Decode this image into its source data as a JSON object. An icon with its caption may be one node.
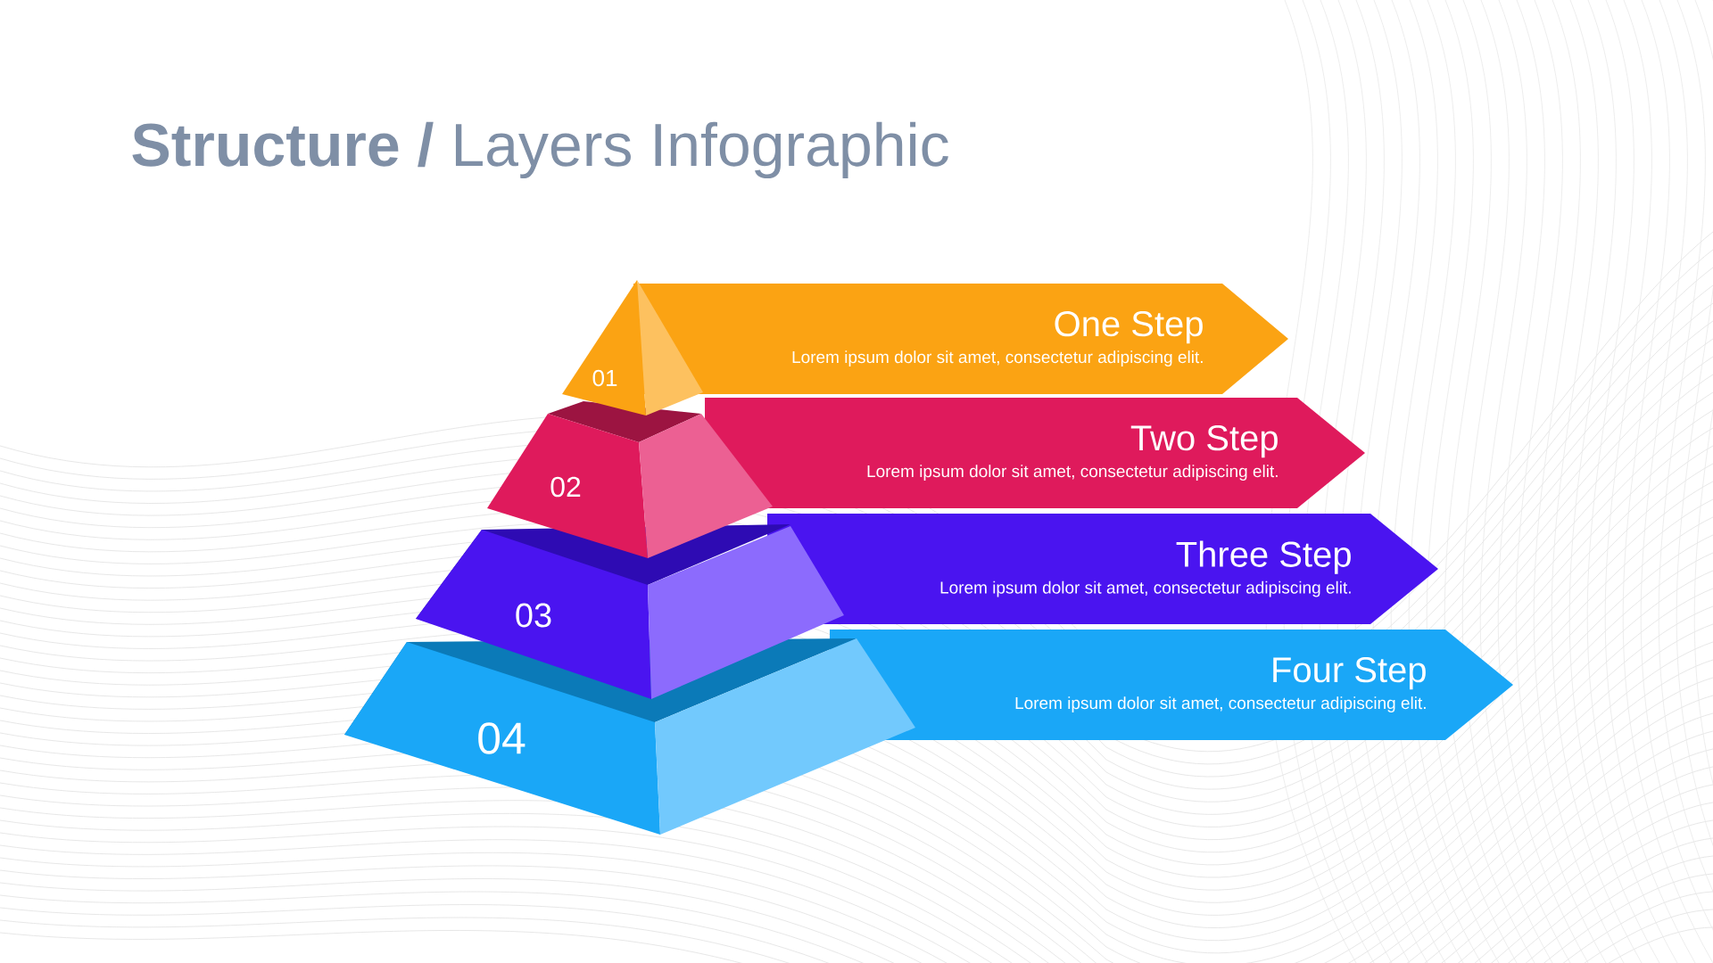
{
  "diagram": {
    "title": "**Structure /** Layers Infographic",
    "nodes": [
      {
        "text": [
          "01"
        ]
      },
      {
        "text": [
          "One Step",
          "Lorem ipsum dolor sit amet, consectetur adipiscing elit."
        ]
      },
      {
        "text": [
          "02"
        ]
      },
      {
        "text": [
          "Two Step",
          "Lorem ipsum dolor sit amet, consectetur adipiscing elit."
        ]
      },
      {
        "text": [
          "03"
        ]
      },
      {
        "text": [
          "Three Step",
          "Lorem ipsum dolor sit amet, consectetur adipiscing elit."
        ]
      },
      {
        "text": [
          "04"
        ]
      },
      {
        "text": [
          "Four Step",
          "Lorem ipsum dolor sit amet, consectetur adipiscing elit."
        ]
      }
    ]
  }
}
